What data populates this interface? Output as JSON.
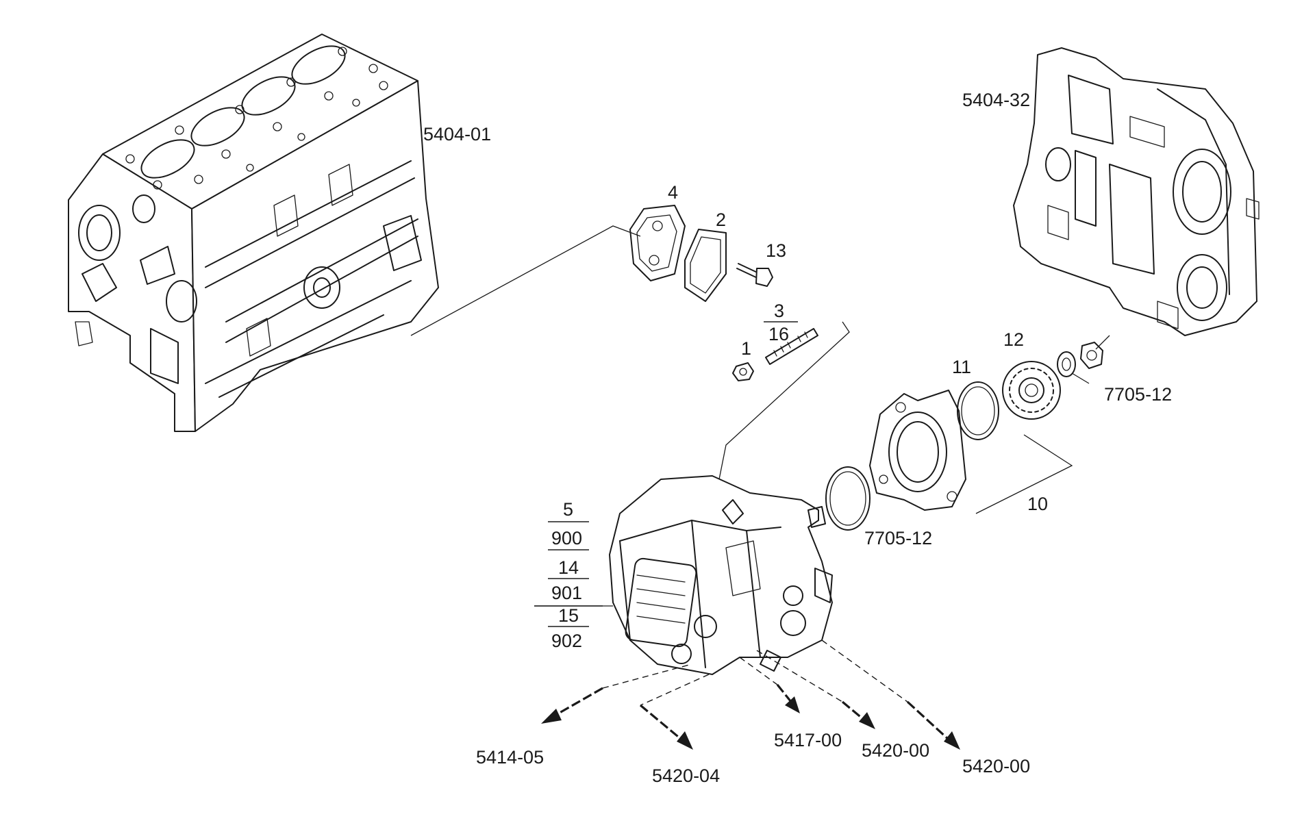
{
  "labels": {
    "block": "5404-01",
    "cover": "5404-32",
    "gasket_outer": "4",
    "gasket_inner": "2",
    "bolt": "13",
    "stud_top": "3",
    "stud_bottom": "16",
    "nut": "1",
    "oring": "11",
    "gear": "12",
    "gear_ref": "7705-12",
    "flange_group": "10",
    "seal_ref": "7705-12",
    "pump_a_top": "5",
    "pump_a_bottom": "900",
    "pump_b_top": "14",
    "pump_b_bottom": "901",
    "pump_c_top": "15",
    "pump_c_bottom": "902",
    "ref_5414": "5414-05",
    "ref_5420_04": "5420-04",
    "ref_5417": "5417-00",
    "ref_5420_a": "5420-00",
    "ref_5420_b": "5420-00"
  }
}
